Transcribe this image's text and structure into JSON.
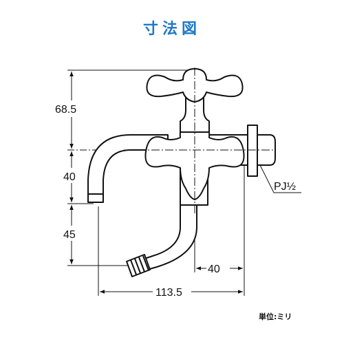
{
  "title": "寸法図",
  "dimensions": {
    "height_upper": "68.5",
    "height_middle": "40",
    "height_lower": "45",
    "spout_offset": "40",
    "total_width": "113.5"
  },
  "thread_label": "PJ½",
  "unit_note": "単位:ミリ"
}
